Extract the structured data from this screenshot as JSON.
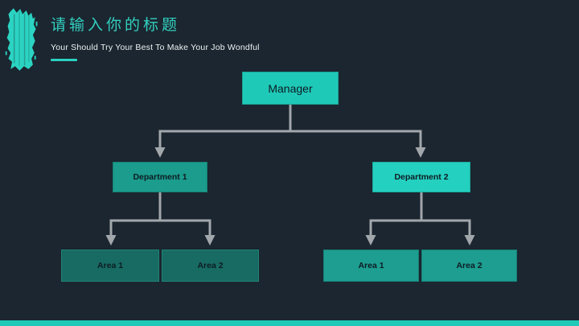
{
  "header": {
    "title": "请输入你的标题",
    "subtitle": "Your Should Try Your Best To Make Your Job Wondful"
  },
  "org_chart": {
    "manager": {
      "label": "Manager"
    },
    "departments": [
      {
        "label": "Department 1",
        "areas": [
          {
            "label": "Area 1"
          },
          {
            "label": "Area 2"
          }
        ]
      },
      {
        "label": "Department 2",
        "areas": [
          {
            "label": "Area 1"
          },
          {
            "label": "Area 2"
          }
        ]
      }
    ]
  },
  "colors": {
    "background": "#1b2630",
    "accent_bright_teal": "#1fc9b8",
    "accent_medium_teal": "#1b9c8d",
    "accent_dark_teal": "#176b62",
    "connector_gray": "#a2a7ab",
    "title_teal": "#33cfbf",
    "subtitle_white": "#eef2f3",
    "box_text_dark": "#0e1c24",
    "bottom_bar_teal": "#1ec9b7"
  }
}
